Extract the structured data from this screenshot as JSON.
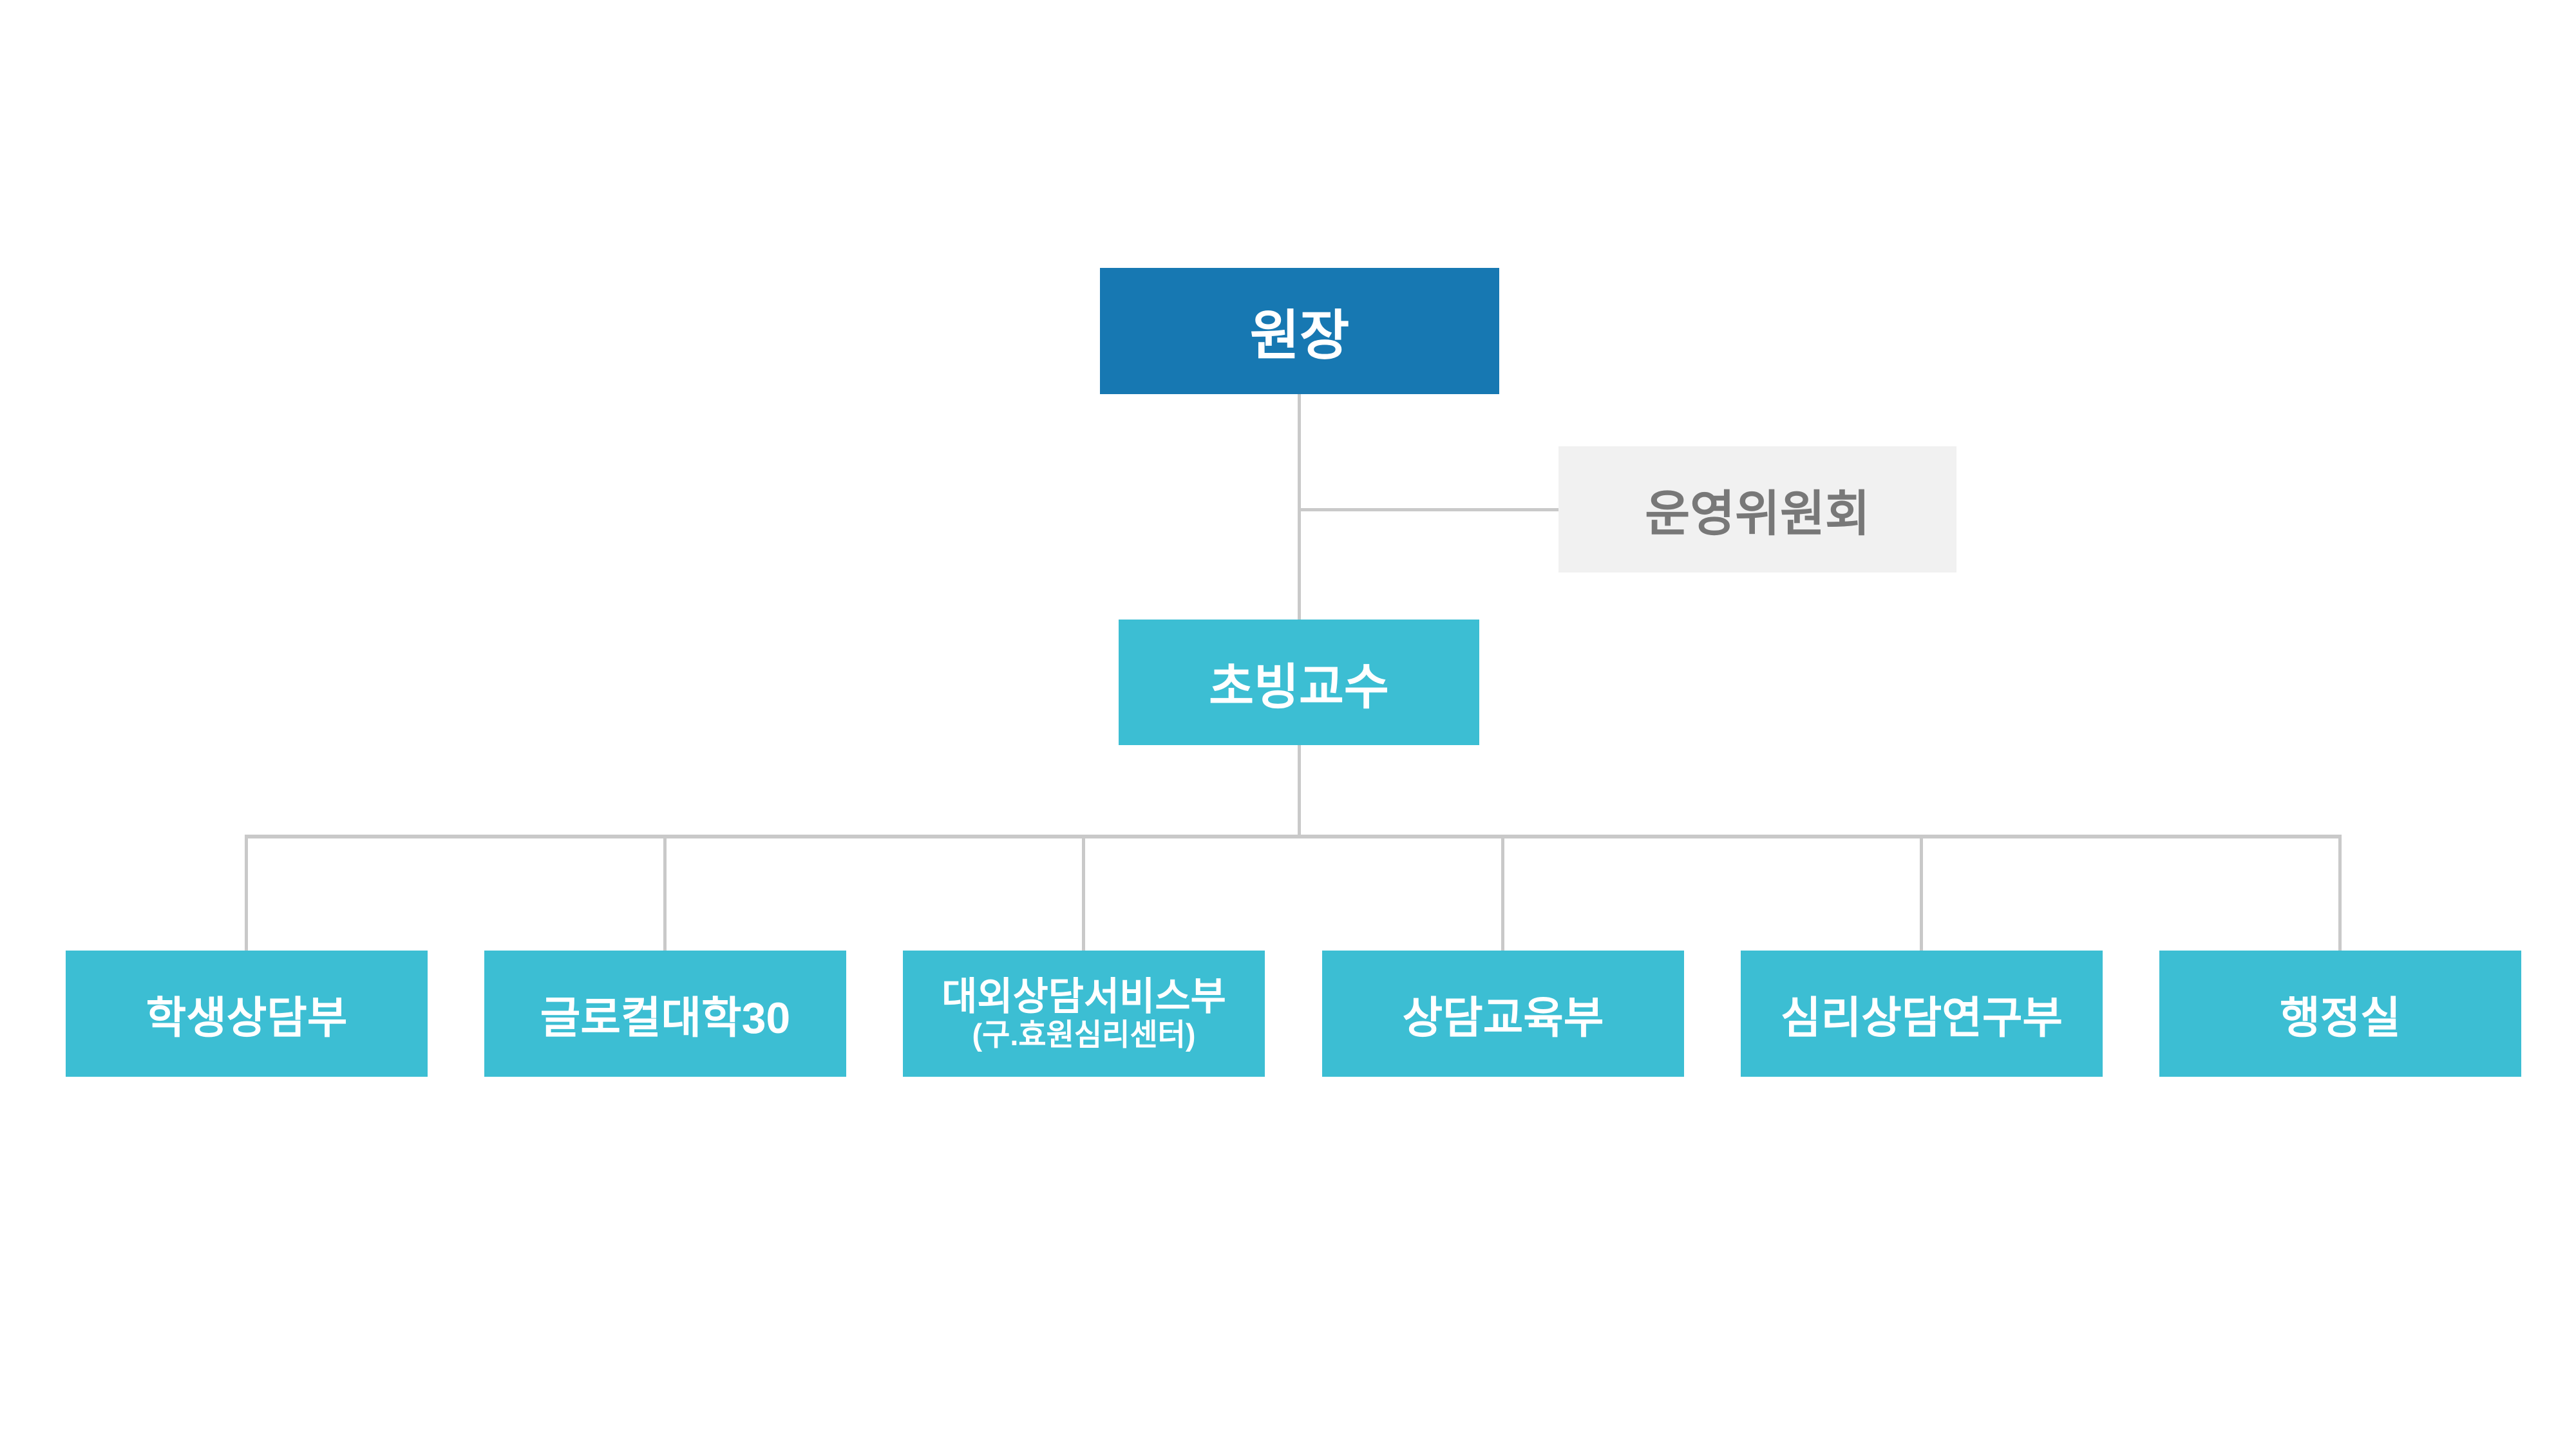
{
  "colors": {
    "background": "#FFFFFF",
    "primary_blue": "#1778B2",
    "teal": "#3CBED3",
    "committee_bg": "#F1F1F1",
    "committee_text": "#787878",
    "box_text": "#FFFFFF",
    "connector_gray": "#C9C9C9"
  },
  "org_chart": {
    "root": {
      "label": "원장"
    },
    "committee": {
      "label": "운영위원회"
    },
    "staff": {
      "label": "초빙교수"
    },
    "departments": [
      {
        "label": "학생상담부"
      },
      {
        "label": "글로컬대학30"
      },
      {
        "label": "대외상담서비스부",
        "sublabel": "(구.효원심리센터)"
      },
      {
        "label": "상담교육부"
      },
      {
        "label": "심리상담연구부"
      },
      {
        "label": "행정실"
      }
    ]
  }
}
